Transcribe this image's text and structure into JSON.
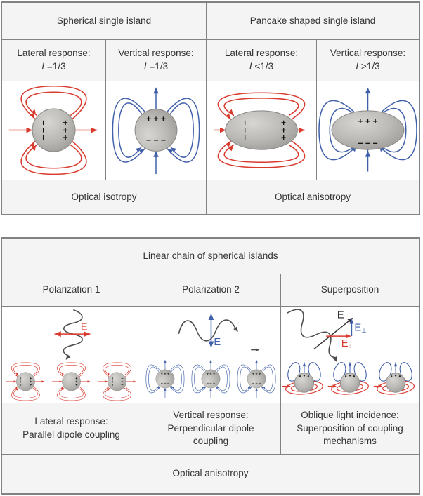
{
  "table1": {
    "headers": [
      "Spherical single island",
      "Pancake shaped single island"
    ],
    "responses": [
      {
        "title": "Lateral response:",
        "l": "L",
        "rel": "=1/3"
      },
      {
        "title": "Vertical response:",
        "l": "L",
        "rel": "=1/3"
      },
      {
        "title": "Lateral response:",
        "l": "L",
        "rel": "<1/3"
      },
      {
        "title": "Vertical response:",
        "l": "L",
        "rel": ">1/3"
      }
    ],
    "footers": [
      "Optical isotropy",
      "Optical anisotropy"
    ]
  },
  "table2": {
    "header": "Linear chain of spherical islands",
    "columns": [
      "Polarization 1",
      "Polarization 2",
      "Superposition"
    ],
    "descriptions": [
      {
        "line1": "Lateral response:",
        "line2": "Parallel dipole coupling"
      },
      {
        "line1": "Vertical response:",
        "line2": "Perpendicular dipole coupling"
      },
      {
        "line1": "Oblique light incidence:",
        "line2": "Superposition of coupling mechanisms"
      }
    ],
    "footer": "Optical anisotropy"
  },
  "labels": {
    "e_field": "E",
    "e_perp_main": "E",
    "e_perp_sub": "⊥",
    "e_par_main": "E",
    "e_par_sub": "II",
    "plus_charges": "+ + +",
    "minus_charges": "− − −"
  },
  "colors": {
    "field_red": "#d93a2e",
    "field_blue": "#4060aa",
    "wave_gray": "#4d4d4d",
    "island_fill": "#bcbab7",
    "island_edge": "#8f8d8a",
    "border_gray": "#828282",
    "cell_bg": "#f4f4f4"
  }
}
